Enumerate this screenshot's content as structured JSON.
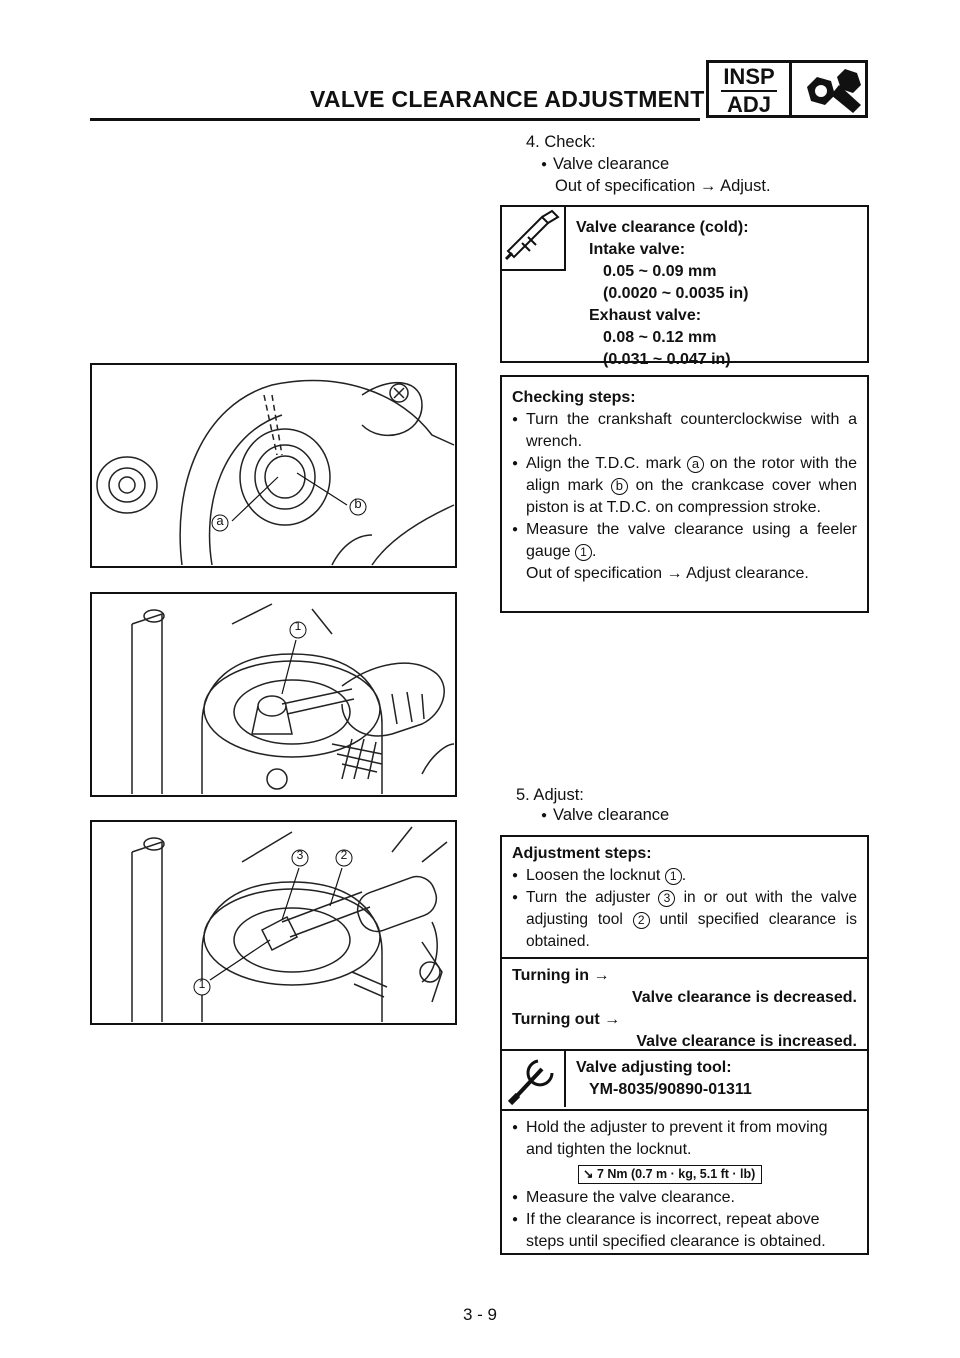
{
  "header": {
    "title": "VALVE CLEARANCE ADJUSTMENT",
    "badge_top": "INSP",
    "badge_bottom": "ADJ",
    "badge_icon": "wrench-icon"
  },
  "step4": {
    "heading": "4. Check:",
    "item": "Valve clearance",
    "note": "Out of specification → Adjust."
  },
  "spec": {
    "icon": "caliper-icon",
    "title": "Valve clearance (cold):",
    "intake_label": "Intake valve:",
    "intake_mm": "0.05 ~ 0.09 mm",
    "intake_in": "(0.0020 ~ 0.0035 in)",
    "exhaust_label": "Exhaust valve:",
    "exhaust_mm": "0.08 ~ 0.12 mm",
    "exhaust_in": "(0.031 ~ 0.047 in)"
  },
  "checking": {
    "title": "Checking steps:",
    "s1": "Turn the crankshaft counterclockwise with a wrench.",
    "s2a": "Align the T.D.C. mark ",
    "mark_a": "a",
    "s2b": " on the rotor with the align mark ",
    "mark_b": "b",
    "s2c": " on the crankcase cover when piston is at T.D.C. on compression stroke.",
    "s3a": "Measure the valve clearance using a feeler gauge ",
    "s3num": "1",
    "s3b": ".",
    "s3note": "Out of specification → Adjust clearance."
  },
  "step5": {
    "heading": "5. Adjust:",
    "item": "Valve clearance"
  },
  "adjustment": {
    "title": "Adjustment steps:",
    "a1a": "Loosen the locknut ",
    "a1num": "1",
    "a1b": ".",
    "a2a": "Turn the adjuster ",
    "a2num": "3",
    "a2b": " in or out with the valve adjusting tool ",
    "a2num2": "2",
    "a2c": " until specified clearance is obtained.",
    "turn_in": "Turning in →",
    "turn_in_result": "Valve clearance is decreased.",
    "turn_out": "Turning out →",
    "turn_out_result": "Valve clearance is increased.",
    "tool_icon": "special-tool-icon",
    "tool_label": "Valve adjusting tool:",
    "tool_number": "YM-8035/90890-01311",
    "h1": "Hold the adjuster to prevent it from moving and tighten the locknut.",
    "torque_icon": "torque-wrench-icon",
    "torque": "7 Nm (0.7 m · kg, 5.1 ft · lb)",
    "h2": "Measure the valve clearance.",
    "h3": "If the clearance is incorrect, repeat above steps until specified clearance is obtained."
  },
  "figures": {
    "fig1_labels": [
      "a",
      "b"
    ],
    "fig2_labels": [
      "1"
    ],
    "fig3_labels": [
      "3",
      "2",
      "1"
    ]
  },
  "page_number": "3 - 9"
}
